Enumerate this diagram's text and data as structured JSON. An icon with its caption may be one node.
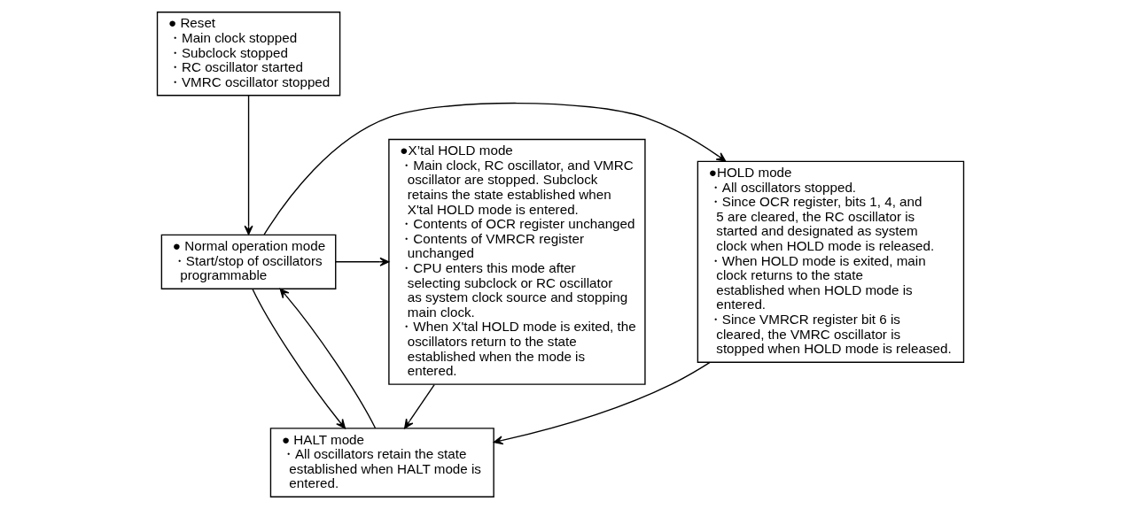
{
  "diagram": {
    "nodes": [
      {
        "text": [
          "● Reset",
          "・Main clock stopped",
          "・Subclock stopped",
          "・RC oscillator started",
          "・VMRC oscillator stopped"
        ]
      },
      {
        "text": [
          "●HOLD mode",
          "・All oscillators stopped.",
          "・Since OCR register, bits 1, 4, and 5 are cleared, the RC oscillator is started and designated as system clock when HOLD mode is released.",
          "・When HOLD mode is exited, main clock returns to the state established when HOLD mode is entered.",
          "・Since VMRCR register bit 6 is cleared, the VMRC oscillator is stopped when HOLD mode is released."
        ]
      },
      {
        "text": [
          "● Normal operation mode",
          "・Start/stop of oscillators programmable"
        ]
      },
      {
        "text": [
          "●X’tal HOLD mode",
          "・Main clock, RC oscillator, and VMRC oscillator are stopped. Subclock retains the state established when X'tal HOLD mode is entered.",
          "・Contents of OCR register unchanged",
          "・Contents of VMRCR register unchanged",
          "・CPU enters this mode after selecting subclock or RC oscillator as system clock source and stopping main clock.",
          "・When X'tal HOLD mode is exited, the oscillators return to the state established when the mode is entered."
        ]
      },
      {
        "text": [
          "● HALT mode",
          "・All oscillators retain the state established when HALT mode is entered."
        ]
      }
    ],
    "edges": [
      {
        "from": 0,
        "to": 2,
        "arrow": "to"
      },
      {
        "from": 2,
        "to": 1,
        "arrow": "to"
      },
      {
        "from": 2,
        "to": 3,
        "arrow": "to"
      },
      {
        "from": 2,
        "to": 4,
        "arrow": "to"
      },
      {
        "from": 4,
        "to": 2,
        "arrow": "to"
      },
      {
        "from": 1,
        "to": 4,
        "arrow": "to"
      },
      {
        "from": 3,
        "to": 4,
        "arrow": "to"
      }
    ]
  }
}
